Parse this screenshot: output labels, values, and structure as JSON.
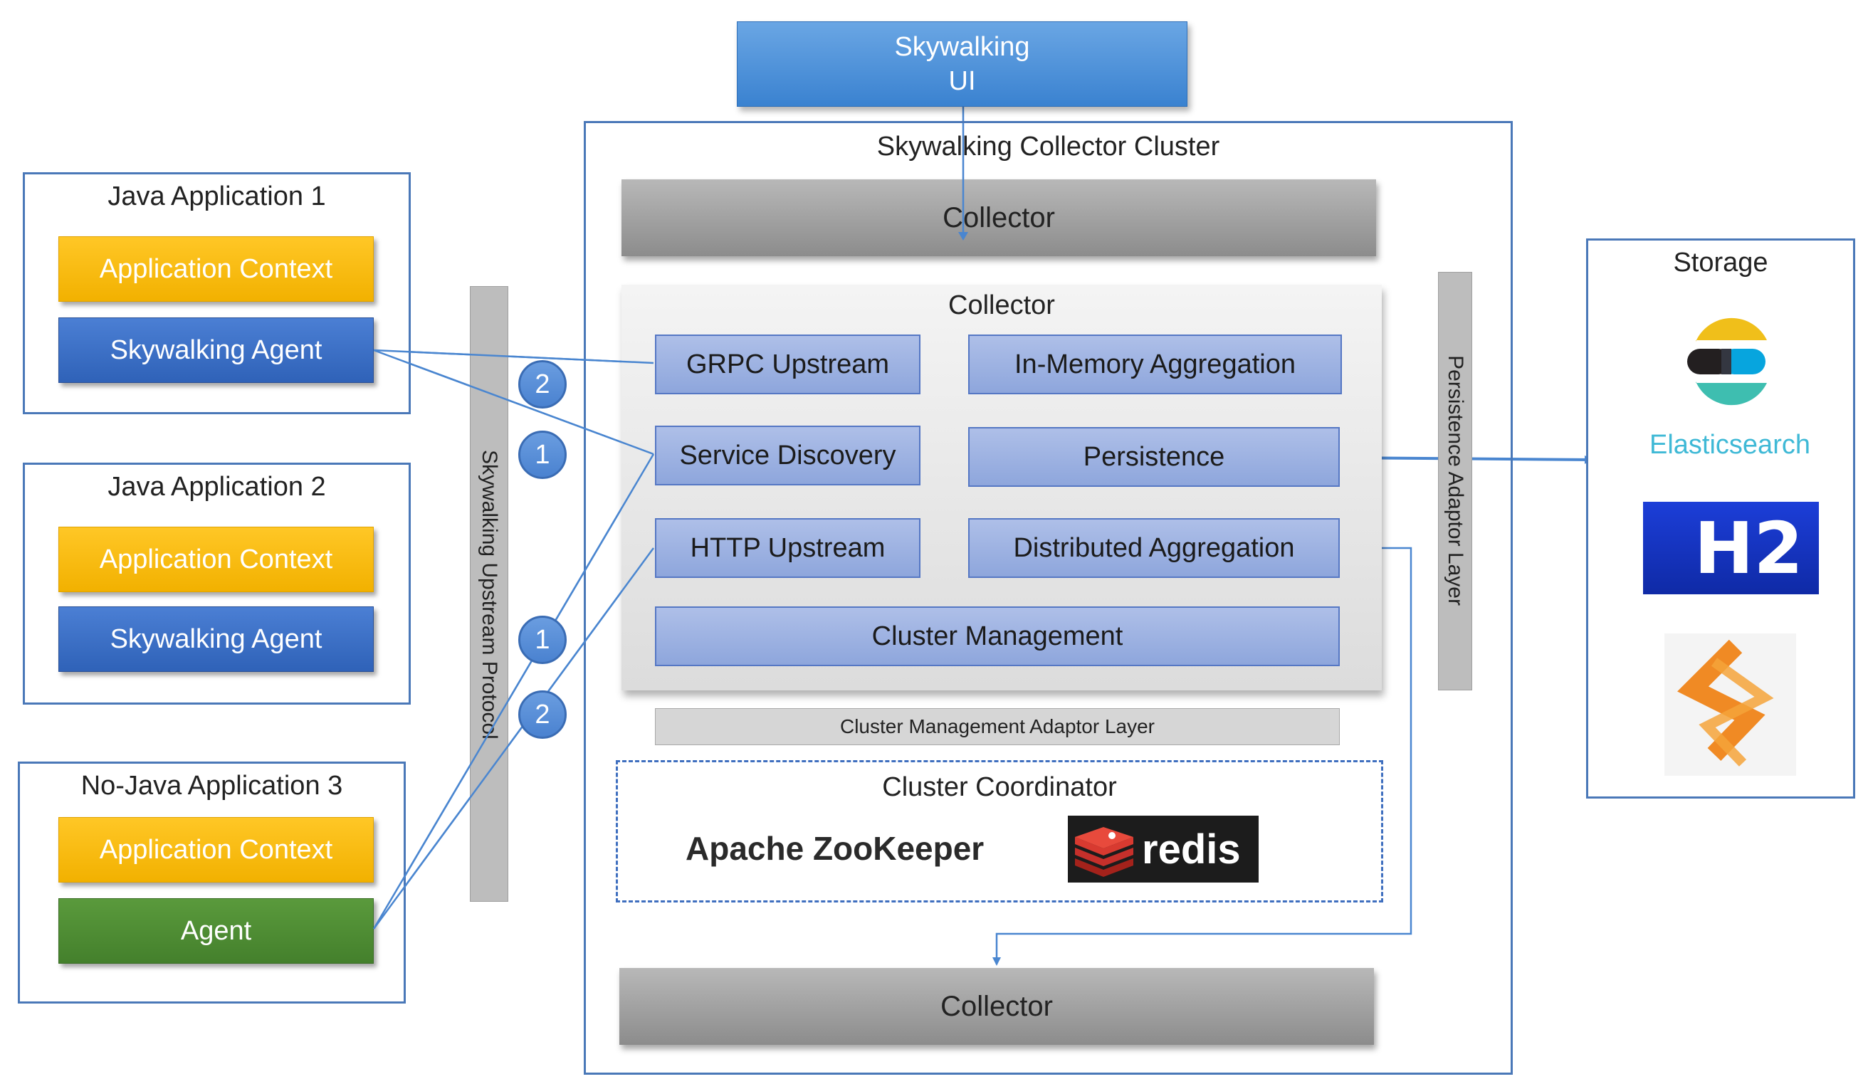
{
  "ui": {
    "title_line1": "Skywalking",
    "title_line2": "UI"
  },
  "collector_cluster": {
    "title": "Skywalking Collector Cluster",
    "top_collector": "Collector",
    "inner_collector_title": "Collector",
    "modules": {
      "grpc_upstream": "GRPC Upstream",
      "in_memory_aggregation": "In-Memory Aggregation",
      "service_discovery": "Service Discovery",
      "persistence": "Persistence",
      "http_upstream": "HTTP Upstream",
      "distributed_aggregation": "Distributed Aggregation",
      "cluster_management": "Cluster Management"
    },
    "cluster_management_adaptor_layer": "Cluster Management Adaptor Layer",
    "persistence_adaptor_layer": "Persistence Adaptor Layer",
    "cluster_coordinator": {
      "title": "Cluster Coordinator",
      "zookeeper": "Apache ZooKeeper",
      "redis": "redis"
    },
    "bottom_collector": "Collector"
  },
  "upstream_protocol": "Skywalking Upstream Protocol",
  "applications": [
    {
      "title": "Java Application 1",
      "context": "Application Context",
      "agent": "Skywalking Agent"
    },
    {
      "title": "Java Application 2",
      "context": "Application Context",
      "agent": "Skywalking Agent"
    },
    {
      "title": "No-Java Application 3",
      "context": "Application Context",
      "agent": "Agent"
    }
  ],
  "step_markers": [
    "2",
    "1",
    "1",
    "2"
  ],
  "storage": {
    "title": "Storage",
    "elasticsearch": "Elasticsearch",
    "h2": "H2"
  },
  "colors": {
    "frame_blue": "#4a78b8",
    "context_yellow": "#ffc726",
    "agent_blue": "#3a6cc4",
    "agent_green": "#4f8c34",
    "module_blue": "#9db2e2",
    "elasticsearch_text": "#3fb9d6",
    "h2_blue": "#1636c9"
  }
}
